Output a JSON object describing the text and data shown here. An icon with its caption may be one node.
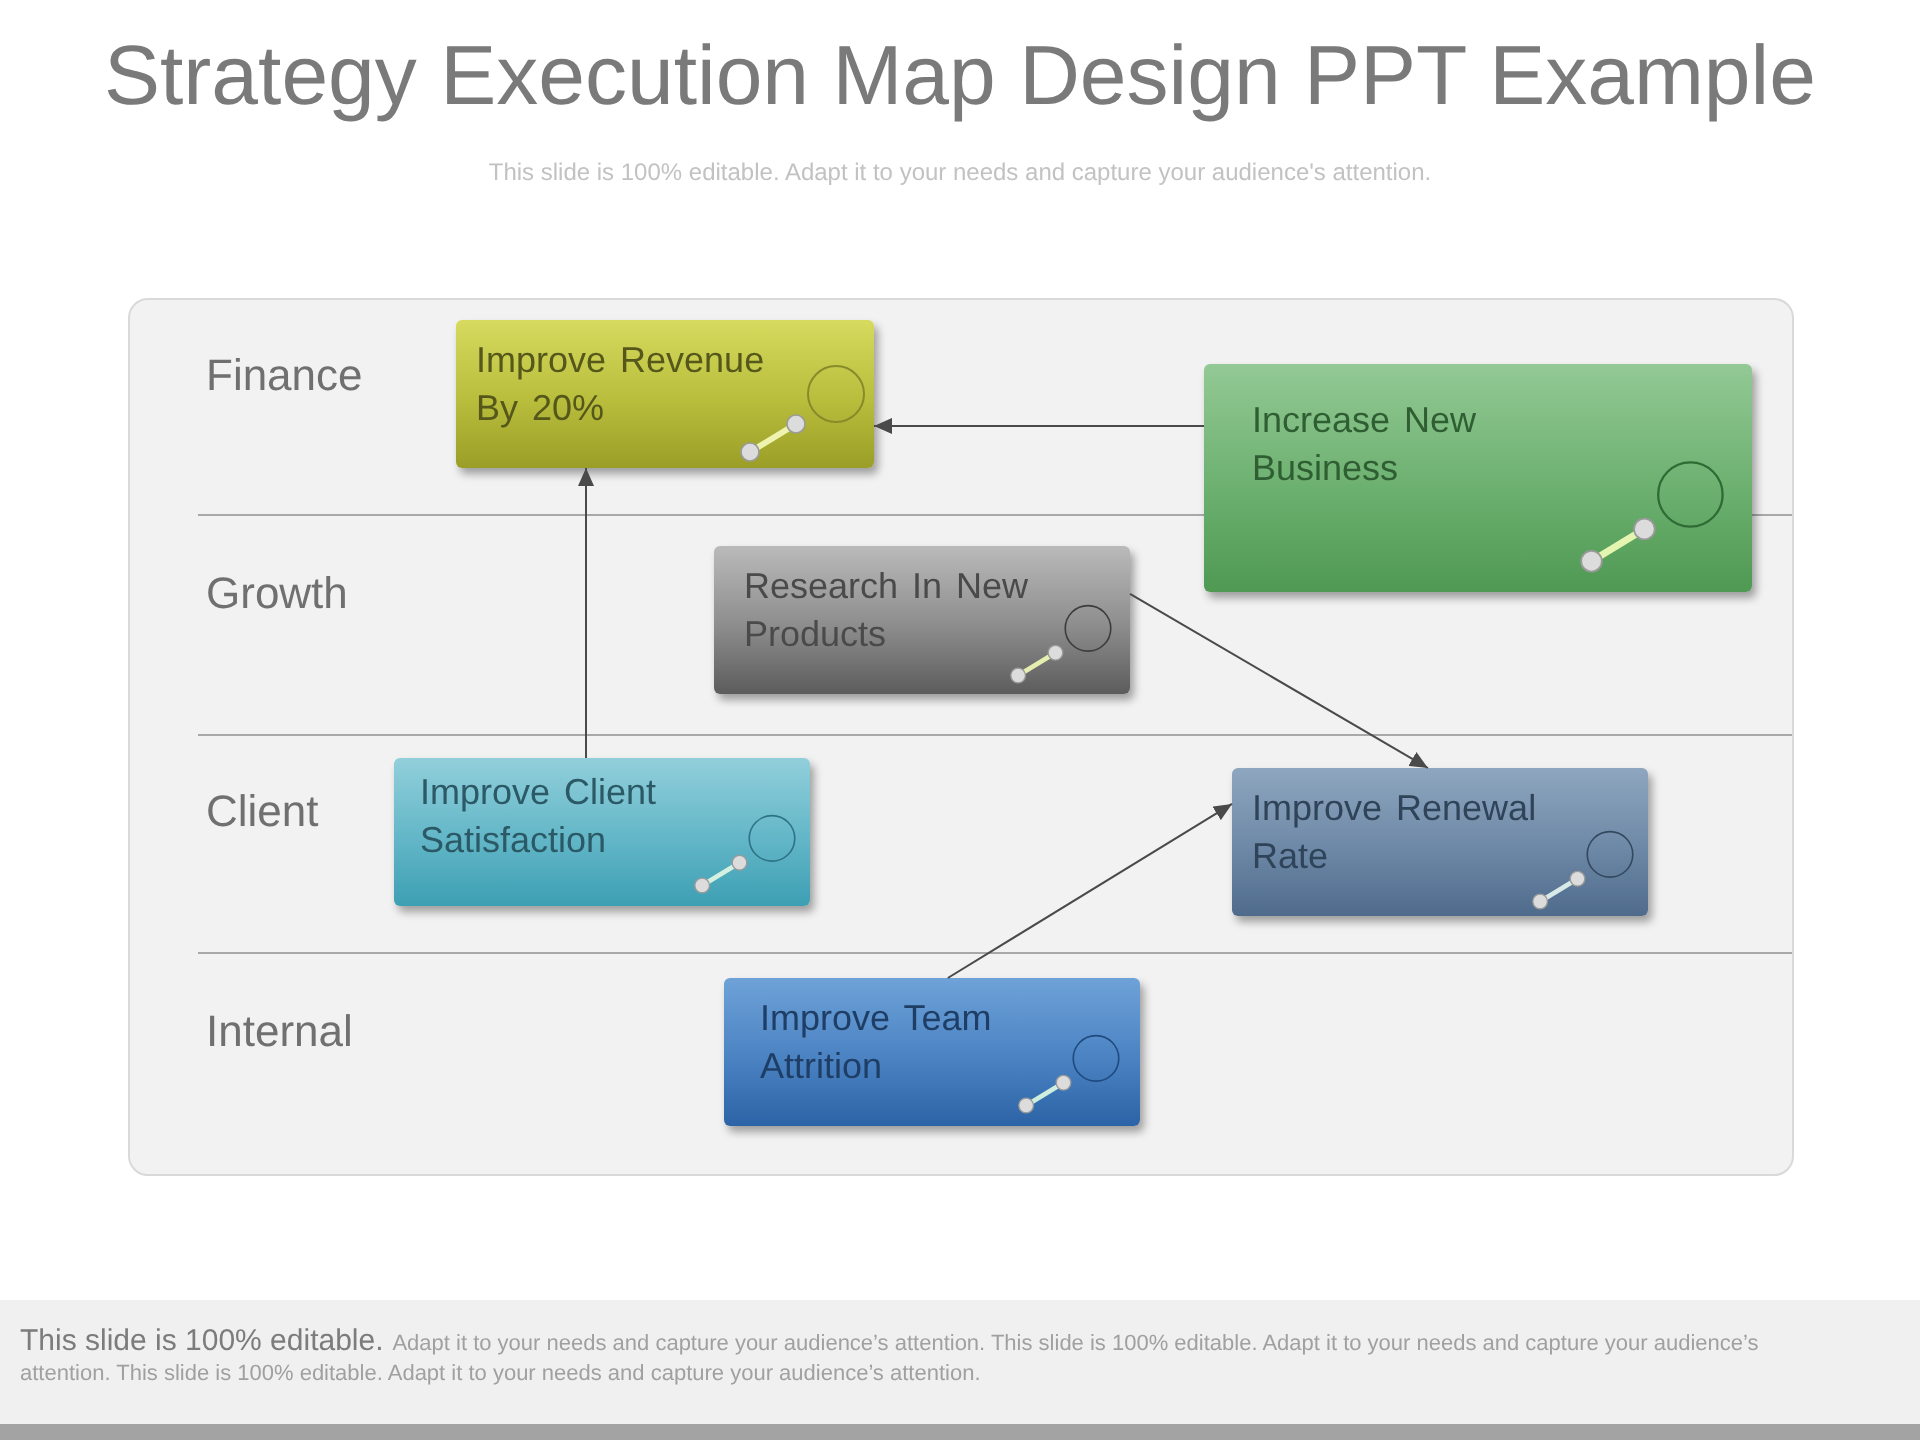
{
  "diagram": {
    "title": "Strategy Execution Map Design PPT Example",
    "nodes": [
      {
        "text": [
          "Finance",
          "Growth",
          "Client",
          "Internal"
        ]
      },
      {
        "text": [
          "Improve Revenue By 20%"
        ],
        "in": 0
      },
      {
        "text": [
          "Increase New Business"
        ],
        "in": 0
      },
      {
        "text": [
          "Research In New Products"
        ],
        "in": 0
      },
      {
        "text": [
          "Improve Client Satisfaction"
        ],
        "in": 0
      },
      {
        "text": [
          "Improve Renewal Rate"
        ],
        "in": 0
      },
      {
        "text": [
          "Improve Team Attrition"
        ],
        "in": 0
      }
    ],
    "edges": [
      {
        "from": 2,
        "to": 1,
        "arrow": "to"
      },
      {
        "from": 4,
        "to": 1,
        "arrow": "to"
      },
      {
        "from": 3,
        "to": 5,
        "arrow": "to"
      },
      {
        "from": 6,
        "to": 5,
        "arrow": "to"
      }
    ],
    "labels": [
      "This slide is 100% editable. Adapt it to your needs and capture your audience's attention.",
      "This slide is 100% editable.",
      "Adapt it to your needs and capture your audience’s attention. This slide is 100% editable. Adapt it to your needs and capture your audience’s attention. This slide is 100% editable. Adapt it to your needs and capture your audience’s attention."
    ]
  }
}
